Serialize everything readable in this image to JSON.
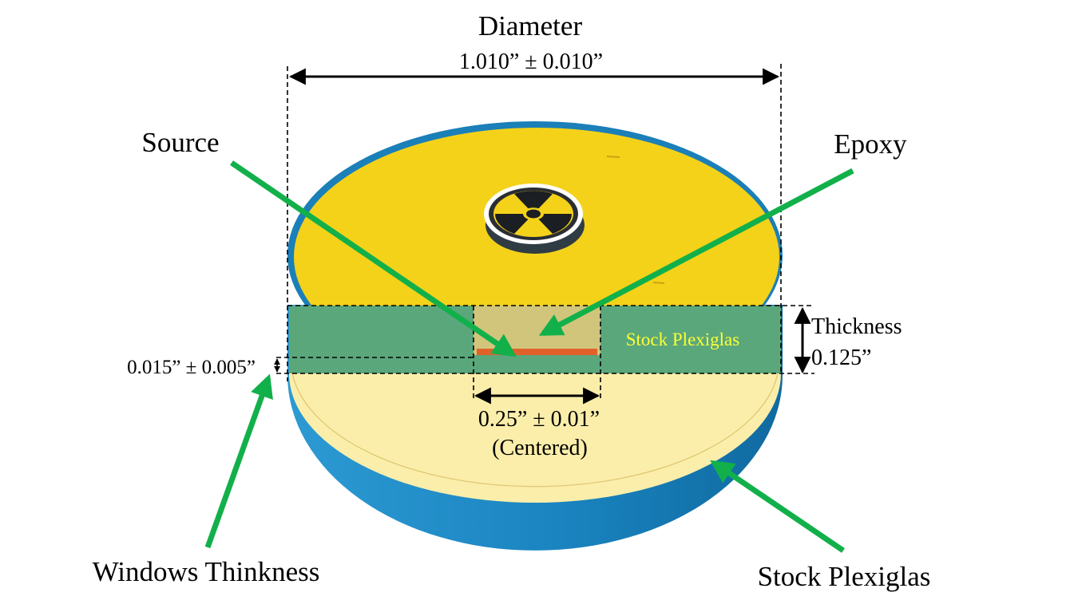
{
  "labels": {
    "diameter_title": "Diameter",
    "diameter_value": "1.010” ± 0.010”",
    "source": "Source",
    "epoxy": "Epoxy",
    "thickness_title": "Thickness",
    "thickness_value": "0.125”",
    "window_value": "0.015” ± 0.005”",
    "inner_plexiglas": "Stock Plexiglas",
    "source_width_value": "0.25” ± 0.01”",
    "source_width_note": "(Centered)",
    "windows_thickness": "Windows Thinkness",
    "stock_plexiglas": "Stock Plexiglas"
  },
  "icons": {
    "symbol": "radiation-trefoil-icon"
  },
  "colors": {
    "top_face": "#f4d21a",
    "lower_face": "#fbeeaa",
    "disc_side": "#1f86c2",
    "section_plexiglas": "#5aa77c",
    "section_epoxy": "#d1c57c",
    "source_strip": "#e0622a",
    "arrow_green": "#12b04a",
    "inner_label": "#ffff33"
  }
}
